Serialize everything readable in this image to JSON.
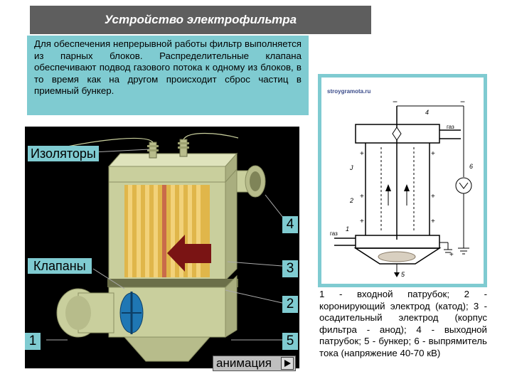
{
  "title": "Устройство электрофильтра",
  "description": "Для обеспечения непрерывной работы фильтр выполняется из парных блоков. Распределительные клапана обеспечивают подвод газового потока к одному из блоков, в то время как на другом происходит сброс частиц в приемный бункер.",
  "scene": {
    "label_insulators": "Изоляторы",
    "label_valves": "Клапаны",
    "num_4": "4",
    "num_3": "3",
    "num_2": "2",
    "num_1": "1",
    "num_5": "5",
    "animation_button": "анимация"
  },
  "diagram": {
    "watermark": "stroygramota.ru",
    "gas_out": "газ",
    "gas_in": "газ",
    "label_J": "J",
    "label_2": "2",
    "label_4": "4",
    "label_6": "6",
    "label_1": "1",
    "label_5": "5",
    "minus": "−",
    "plus": "+"
  },
  "legend": "1 - входной патрубок; 2 - коронирующий электрод (катод); 3 - осадительный электрод (корпус фильтра - анод); 4 - выходной патрубок; 5 - бункер; 6 - выпрямитель тока (напряжение 40-70 кВ)",
  "colors": {
    "accent": "#7fcbd1",
    "title_bg": "#5e5e5e",
    "machine": "#c9cf9d"
  }
}
